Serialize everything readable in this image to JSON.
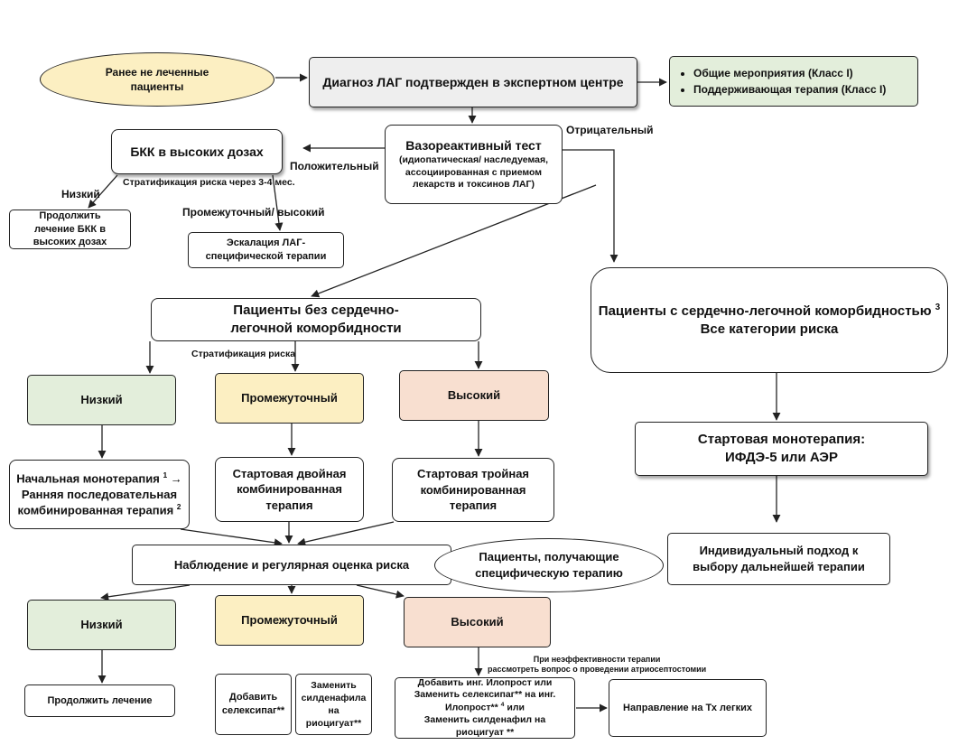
{
  "colors": {
    "yellow_fill": "#fcefc2",
    "green_fill": "#e3eedb",
    "peach_fill": "#f8dfd0",
    "border": "#222222"
  },
  "nodes": {
    "untreated": "Ранее не леченные пациенты",
    "diagnosis": "Диагноз ЛАГ подтвержден в экспертном центре",
    "general_measures": [
      "Общие мероприятия  (Класс I)",
      "Поддерживающая терапия (Класс I)"
    ],
    "vasoreactive_title": "Вазореактивный тест",
    "vasoreactive_sub": "(идиопатическая/ наследуемая, ассоциированная с приемом лекарств и токсинов ЛАГ)",
    "bkk_high_dose": "БКК в высоких дозах",
    "continue_bkk": "Продолжить лечение БКК в высоких дозах",
    "escalation": "Эскалация ЛАГ-специфической терапии",
    "no_comorbidity": "Пациенты без сердечно-легочной коморбидности",
    "with_comorbidity": "Пациенты с сердечно-легочной коморбидностью",
    "with_comorbidity_sup": "3",
    "all_risk": "Все категории риска",
    "low_1": "Низкий",
    "intermediate_1": "Промежуточный",
    "high_1": "Высокий",
    "initial_mono_a": "Начальная монотерапия",
    "initial_mono_sup1": "1",
    "initial_mono_b": "→ Ранняя последовательная комбинированная терапия",
    "initial_mono_sup2": "2",
    "dual_combo": "Стартовая двойная комбинированная терапия",
    "triple_combo": "Стартовая тройная комбинированная терапия",
    "start_mono": "Стартовая монотерапия: ИФДЭ-5 или АЭР",
    "observation": "Наблюдение и регулярная оценка риска",
    "receiving_specific": "Пациенты, получающие специфическую терапию",
    "individual": "Индивидуальный подход к выбору дальнейшей терапии",
    "low_2": "Низкий",
    "intermediate_2": "Промежуточный",
    "high_2": "Высокий",
    "continue_treatment": "Продолжить лечение",
    "add_selexipag": "Добавить селексипаг**",
    "replace_sildenafil": "Заменить силденафила на риоцигуат**",
    "add_inh_a": "Добавить инг. Илопрост  или",
    "add_inh_b": "Заменить селексипаг** на инг. Илопрост**",
    "add_inh_sup": "4",
    "add_inh_c": "или",
    "add_inh_d": "Заменить силденафил на риоцигуат **",
    "lung_tx": "Направление на Тх легких"
  },
  "labels": {
    "negative": "Отрицательный",
    "positive": "Положительный",
    "risk_strat_3_4": "Стратификация риска через 3-4 мес.",
    "low": "Низкий",
    "intermediate_high": "Промежуточный/  высокий",
    "risk_strat": "Стратификация риска",
    "ineffective_line1": "При неэффективности терапии",
    "ineffective_line2": "рассмотреть вопрос о проведении атриосептостомии"
  }
}
